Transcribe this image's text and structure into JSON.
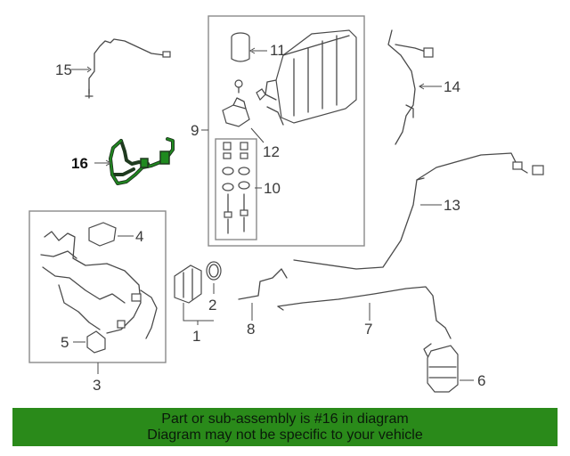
{
  "callouts": {
    "c1": "1",
    "c2": "2",
    "c3": "3",
    "c4": "4",
    "c5": "5",
    "c6": "6",
    "c7": "7",
    "c8": "8",
    "c9": "9",
    "c10": "10",
    "c11": "11",
    "c12": "12",
    "c13": "13",
    "c14": "14",
    "c15": "15",
    "c16": "16"
  },
  "highlighted_part": "16",
  "banner": {
    "line1": "Part or sub-assembly is #16 in diagram",
    "line2": "Diagram may not be specific to your vehicle",
    "color": "#2a8a1a"
  }
}
